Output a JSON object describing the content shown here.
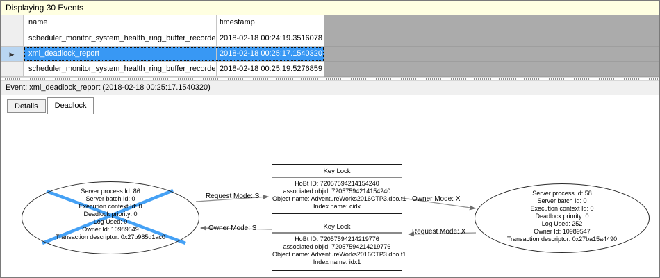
{
  "info_bar": {
    "text": "Displaying 30 Events"
  },
  "grid": {
    "columns": [
      "name",
      "timestamp"
    ],
    "row_marker": "▶",
    "selected_row_index": 1,
    "rows": [
      {
        "name": "scheduler_monitor_system_health_ring_buffer_recorded",
        "timestamp": "2018-02-18 00:24:19.3516078"
      },
      {
        "name": "xml_deadlock_report",
        "timestamp": "2018-02-18 00:25:17.1540320"
      },
      {
        "name": "scheduler_monitor_system_health_ring_buffer_recorded",
        "timestamp": "2018-02-18 00:25:19.5276859"
      }
    ]
  },
  "event_bar": {
    "text": "Event: xml_deadlock_report (2018-02-18 00:25:17.1540320)"
  },
  "tabs": [
    {
      "label": "Details",
      "active": false
    },
    {
      "label": "Deadlock",
      "active": true
    }
  ],
  "graph": {
    "processes": [
      {
        "role": "deadlock-victim",
        "lines": [
          "Server process Id: 86",
          "Server batch Id: 0",
          "Execution context Id: 0",
          "Deadlock priority: 0",
          "Log Used: 0",
          "Owner Id: 10989549",
          "Transaction descriptor: 0x27b985d1ac0"
        ]
      },
      {
        "role": "surviving-process",
        "lines": [
          "Server process Id: 58",
          "Server batch Id: 0",
          "Execution context Id: 0",
          "Deadlock priority: 0",
          "Log Used: 252",
          "Owner Id: 10989547",
          "Transaction descriptor: 0x27ba15a4490"
        ]
      }
    ],
    "resources": [
      {
        "title": "Key Lock",
        "lines": [
          "HoBt ID: 72057594214154240",
          "associated objid: 72057594214154240",
          "Object name: AdventureWorks2016CTP3.dbo.t1",
          "Index name: cidx"
        ]
      },
      {
        "title": "Key Lock",
        "lines": [
          "HoBt ID: 72057594214219776",
          "associated objid: 72057594214219776",
          "Object name: AdventureWorks2016CTP3.dbo.t1",
          "Index name: idx1"
        ]
      }
    ],
    "edges": [
      {
        "label": "Request Mode: S",
        "from": "victim-process",
        "to": "key-lock-top"
      },
      {
        "label": "Owner Mode: S",
        "from": "key-lock-bottom",
        "to": "victim-process"
      },
      {
        "label": "Owner Mode: X",
        "from": "key-lock-top",
        "to": "surviving-process"
      },
      {
        "label": "Request Mode: X",
        "from": "surviving-process",
        "to": "key-lock-bottom"
      }
    ]
  },
  "colors": {
    "selection_blue": "#3898f4",
    "victim_cross_blue": "#45a1f5",
    "info_bar_bg": "#ffffe1",
    "grid_filler_gray": "#ababab",
    "edge_line_gray": "#909090"
  }
}
